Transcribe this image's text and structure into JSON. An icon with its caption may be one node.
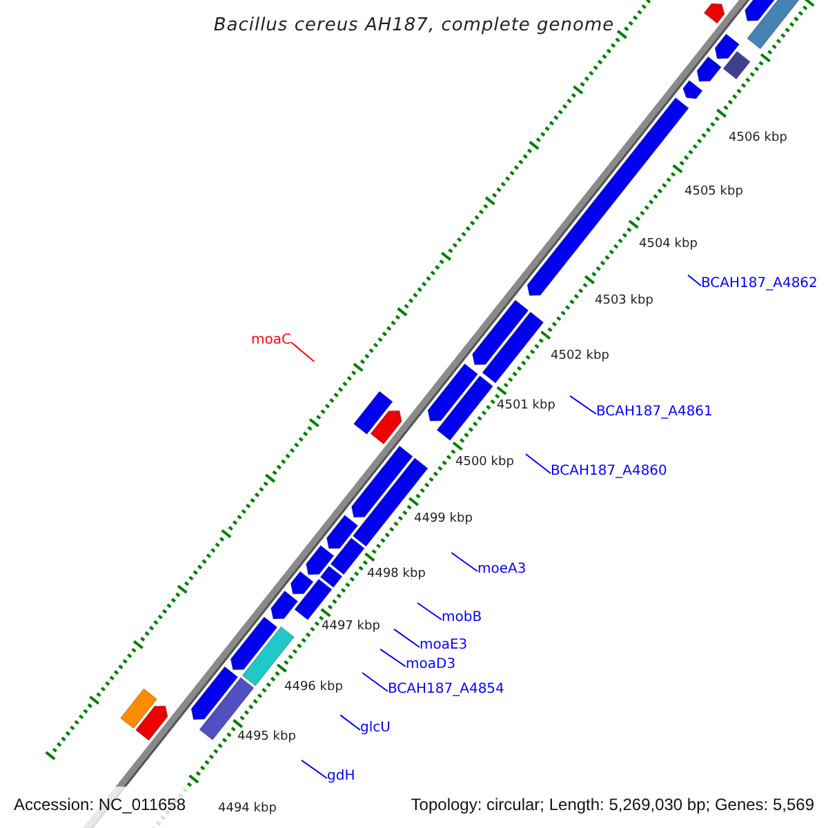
{
  "diagram": {
    "title": "Bacillus cereus AH187, complete genome",
    "nodes": [
      {
        "text": [
          "BCAH187_A4862"
        ]
      },
      {
        "text": [
          "moaC"
        ]
      },
      {
        "text": [
          "BCAH187_A4861"
        ]
      },
      {
        "text": [
          "BCAH187_A4860"
        ]
      },
      {
        "text": [
          "moeA3"
        ]
      },
      {
        "text": [
          "mobB"
        ]
      },
      {
        "text": [
          "moaE3"
        ]
      },
      {
        "text": [
          "moaD3"
        ]
      },
      {
        "text": [
          "BCAH187_A4854"
        ]
      },
      {
        "text": [
          "glcU"
        ]
      },
      {
        "text": [
          "gdH"
        ]
      }
    ],
    "edges": [
      {
        "from": 0,
        "to": null,
        "arrow": "none"
      },
      {
        "from": 1,
        "to": null,
        "arrow": "none",
        "color": "#ff0000"
      },
      {
        "from": 2,
        "to": null,
        "arrow": "none"
      },
      {
        "from": 3,
        "to": null,
        "arrow": "none"
      },
      {
        "from": 4,
        "to": null,
        "arrow": "none"
      },
      {
        "from": 5,
        "to": null,
        "arrow": "none"
      },
      {
        "from": 6,
        "to": null,
        "arrow": "none"
      },
      {
        "from": 7,
        "to": null,
        "arrow": "none"
      },
      {
        "from": 8,
        "to": null,
        "arrow": "none"
      },
      {
        "from": 9,
        "to": null,
        "arrow": "none"
      },
      {
        "from": 10,
        "to": null,
        "arrow": "none"
      }
    ],
    "labels": [
      "4506 kbp",
      "4505 kbp",
      "4504 kbp",
      "4503 kbp",
      "4502 kbp",
      "4501 kbp",
      "4500 kbp",
      "4499 kbp",
      "4498 kbp",
      "4497 kbp",
      "4496 kbp",
      "4495 kbp",
      "4494 kbp",
      "Accession: NC_011658",
      "Topology: circular; Length: 5,269,030 bp; Genes: 5,569"
    ]
  }
}
